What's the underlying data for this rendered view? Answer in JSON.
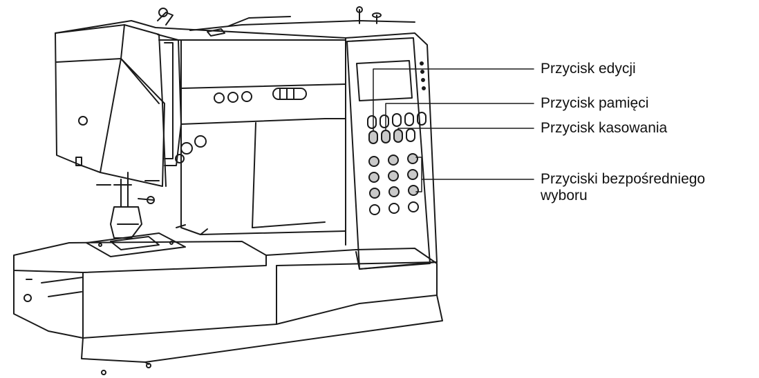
{
  "callouts": [
    {
      "id": "edit",
      "label": "Przycisk edycji"
    },
    {
      "id": "memory",
      "label": "Przycisk pamięci"
    },
    {
      "id": "delete",
      "label": "Przycisk kasowania"
    },
    {
      "id": "direct",
      "label_line1": "Przyciski bezpośredniego",
      "label_line2": "wyboru"
    }
  ],
  "colors": {
    "line": "#1a1a1a",
    "button_fill": "#c9c9c9",
    "background": "#ffffff"
  }
}
